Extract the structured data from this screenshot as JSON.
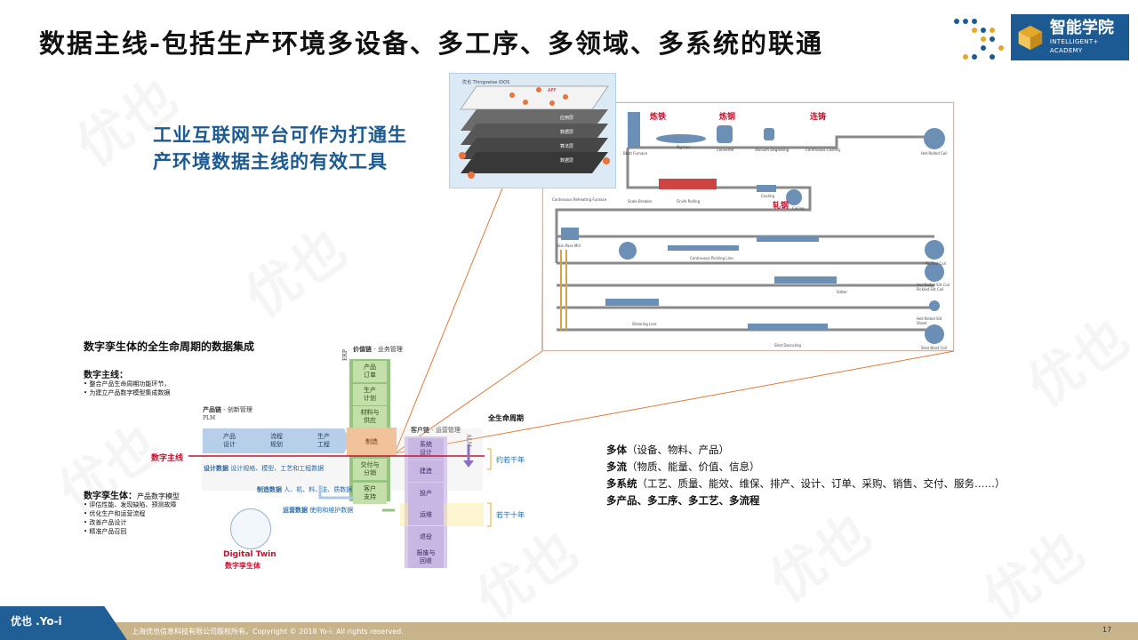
{
  "slide": {
    "title": "数据主线-包括生产环境多设备、多工序、多领域、多系统的联通",
    "subtitle_line1": "工业互联网平台可作为打通生",
    "subtitle_line2": "产环境数据主线的有效工具"
  },
  "logo": {
    "main": "智能学院",
    "sub": "INTELLIGENT+ ACADEMY",
    "color": "#1c5a93"
  },
  "platform": {
    "label": "优也 Thingswise iDOS",
    "layers": [
      "APP",
      "应用层",
      "数据层",
      "算法层",
      "数据层"
    ]
  },
  "flow": {
    "stages": [
      "炼铁",
      "炼钢",
      "连铸",
      "轧钢"
    ],
    "captions": [
      "Blast Furnace",
      "Pig Iron",
      "Converter",
      "Vacuum Degassing",
      "Continuous Casting",
      "Hot-Rolled Coil",
      "Continuous Reheating Furnace",
      "Scale Breaker",
      "Finish Rolling",
      "Cooling",
      "Coiling",
      "Skin Pass Mill",
      "Continuous Pickling Line",
      "Pickled Coil",
      "Hot-Rolled Slit Coil Pickled Slit Coil",
      "Slitter",
      "Hot-Rolled Slit Sheet",
      "Shearing Line",
      "Shot Descaling",
      "Shot Blast Coil"
    ],
    "stage_color": "#c8102e"
  },
  "digital_twin": {
    "title": "数字孪生体的全生命周期的数据集成",
    "thread_title": "数字主线：",
    "thread_points": [
      "整合产品生命周期功能环节，",
      "为建立产品数字模型集成数据"
    ],
    "twin_title_bold": "数字孪生体：",
    "twin_title_rest": "产品数字模型",
    "twin_points": [
      "评估性能、发现缺陷、预测故障",
      "优化生产和运营流程",
      "改善产品设计",
      "精准产品召回"
    ],
    "value_chain_bold": "价值链",
    "value_chain_rest": " - 业务管理",
    "product_chain_bold": "产品链",
    "product_chain_rest": " - 创新管理",
    "service_chain_bold": "客户链",
    "service_chain_rest": " - 运营管理",
    "erp": "ERP",
    "plm": "PLM",
    "alm": "ALM",
    "digital_thread_label": "数字主线",
    "chevrons": [
      "产品\n设计",
      "流程\n规划",
      "生产\n工程"
    ],
    "manufacturing": "制造",
    "green_boxes": [
      "产品\n订单",
      "生产\n计划",
      "材料与\n供应",
      "交付与\n分销",
      "客户\n支持"
    ],
    "purple_boxes": [
      "系统\n设计",
      "建造",
      "投产",
      "运维",
      "退役",
      "报废与\n回收"
    ],
    "design_data_bold": "设计数据",
    "design_data_rest": " 设计规格、模型、工艺和工程数据",
    "mfg_data_bold": "制造数据",
    "mfg_data_rest": " 人、机、料、法、质数据",
    "ops_data_bold": "运营数据",
    "ops_data_rest": " 使用和维护数据",
    "lifecycle_title": "全生命周期",
    "lifecycle_1": "约若干年",
    "lifecycle_2": "若干十年",
    "twin_en": "Digital Twin",
    "twin_zh": "数字孪生体"
  },
  "multi": [
    {
      "bold": "多体",
      "rest": "（设备、物料、产品）"
    },
    {
      "bold": "多流",
      "rest": "（物质、能量、价值、信息）"
    },
    {
      "bold": "多系统",
      "rest": "（工艺、质量、能效、维保、排产、设计、订单、采购、销售、交付、服务……）"
    },
    {
      "bold": "多产品、多工序、多工艺、多流程",
      "rest": ""
    }
  ],
  "footer": {
    "brand": "优也 .Yo-i",
    "copyright": "上海优也信息科技有限公司版权所有。Copyright © 2018 Yo-i. All rights reserved.",
    "page": "17"
  },
  "watermark": "优也"
}
